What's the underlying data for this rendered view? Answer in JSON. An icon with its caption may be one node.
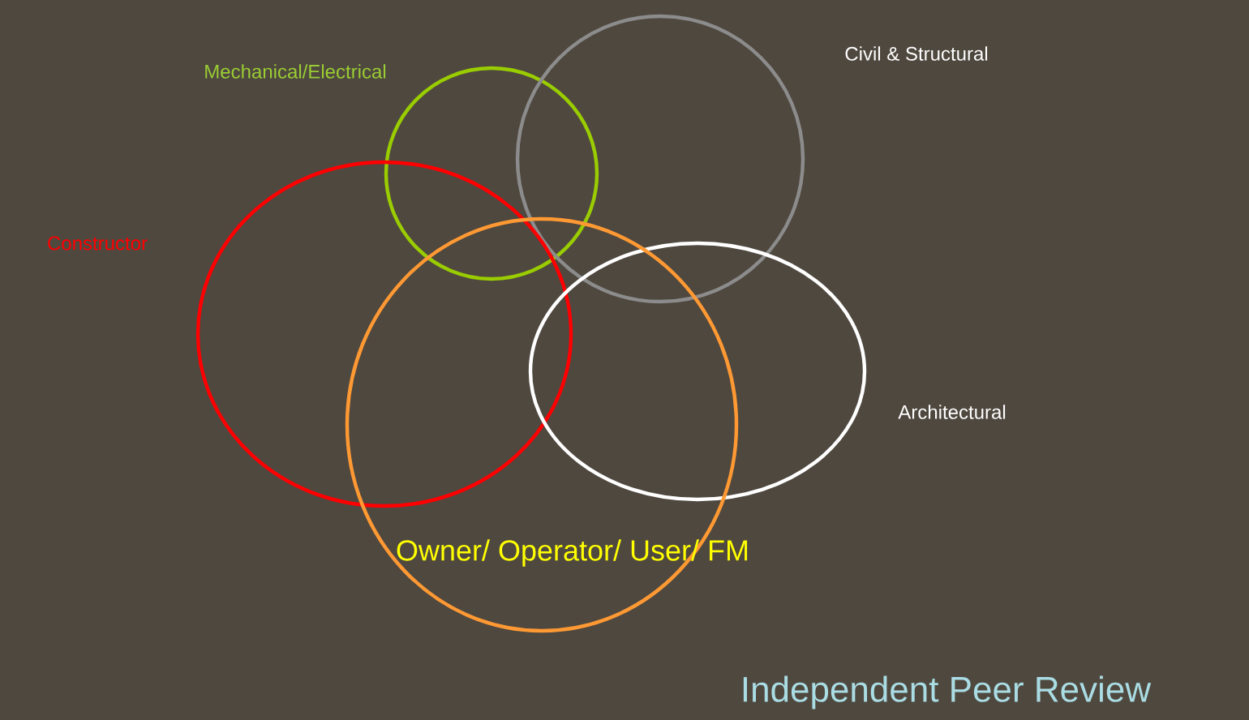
{
  "diagram": {
    "nodes": [
      {
        "text": [
          "Mechanical/Electrical"
        ]
      },
      {
        "text": [
          "Civil & Structural"
        ]
      },
      {
        "text": [
          "Constructor"
        ]
      },
      {
        "text": [
          "Architectural"
        ]
      },
      {
        "text": [
          "Owner/ Operator/ User/ FM"
        ]
      }
    ],
    "labels": [
      "Independent Peer Review"
    ]
  }
}
